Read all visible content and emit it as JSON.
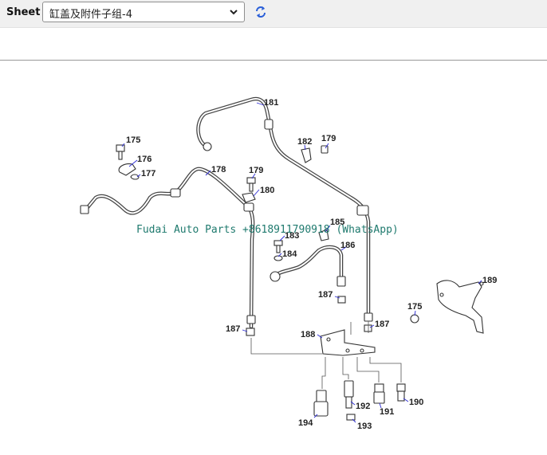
{
  "toolbar": {
    "sheet_label": "Sheet",
    "sheet_selected": "缸盖及附件子组-4",
    "refresh_icon": "refresh-icon"
  },
  "diagram": {
    "watermark": "Fudai Auto Parts +8618911790918 (WhatsApp)",
    "callouts": [
      "181",
      "175",
      "176",
      "177",
      "178",
      "179",
      "180",
      "182",
      "179",
      "185",
      "183",
      "184",
      "186",
      "187",
      "187",
      "188",
      "187",
      "175",
      "189",
      "192",
      "191",
      "190",
      "194",
      "193"
    ]
  }
}
